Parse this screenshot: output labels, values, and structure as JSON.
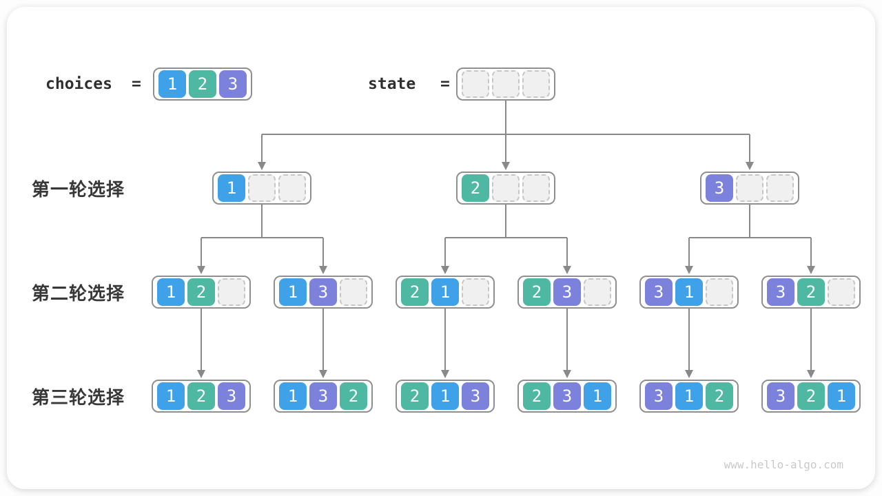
{
  "page": {
    "watermark": "www.hello-algo.com"
  },
  "colors": {
    "v1": "#3fa2e8",
    "v2": "#4fb8a2",
    "v3": "#7c82dc",
    "box_border": "#8f8f8f",
    "connector_line": "#898989",
    "empty_cell": "#f0f0f0",
    "empty_cell_border": "#c6c6c6",
    "label_text": "#2f2f2f",
    "watermark": "#c9c9c9"
  },
  "top": {
    "choices": {
      "label": "choices",
      "equals": "=",
      "cells": [
        1,
        2,
        3
      ]
    },
    "state": {
      "label": "state",
      "equals": "=",
      "cells": [
        null,
        null,
        null
      ]
    }
  },
  "rows": [
    {
      "label": "第一轮选择",
      "boxes": [
        [
          1,
          null,
          null
        ],
        [
          2,
          null,
          null
        ],
        [
          3,
          null,
          null
        ]
      ]
    },
    {
      "label": "第二轮选择",
      "boxes": [
        [
          1,
          2,
          null
        ],
        [
          1,
          3,
          null
        ],
        [
          2,
          1,
          null
        ],
        [
          2,
          3,
          null
        ],
        [
          3,
          1,
          null
        ],
        [
          3,
          2,
          null
        ]
      ]
    },
    {
      "label": "第三轮选择",
      "boxes": [
        [
          1,
          2,
          3
        ],
        [
          1,
          3,
          2
        ],
        [
          2,
          1,
          3
        ],
        [
          2,
          3,
          1
        ],
        [
          3,
          1,
          2
        ],
        [
          3,
          2,
          1
        ]
      ]
    }
  ]
}
